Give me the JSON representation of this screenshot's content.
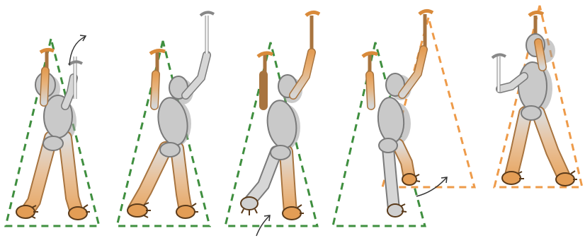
{
  "diagram": {
    "title": "",
    "frames": [
      {
        "id": 1,
        "moving_limb": "right-arm",
        "stance": "green"
      },
      {
        "id": 2,
        "moving_limb": "none",
        "stance": "green"
      },
      {
        "id": 3,
        "moving_limb": "right-leg",
        "stance": "green"
      },
      {
        "id": 4,
        "moving_limb": "right-leg",
        "stance": "green-to-orange"
      },
      {
        "id": 5,
        "moving_limb": "left-arm",
        "stance": "orange"
      }
    ],
    "colors": {
      "background": "#ffffff",
      "body": "#c9c9c9",
      "body_outline": "#7a7a7a",
      "shadow": "#9a9a9a",
      "weighted_limb": "#e9b27a",
      "weighted_limb_outline": "#a8743f",
      "tool": "#f0f0f0",
      "tool_orange": "#d98a3a",
      "tool_grip_green": "#4caf50",
      "stance_green": "#3f8f3f",
      "stance_orange": "#ee9b4a",
      "arrow": "#333333"
    }
  }
}
